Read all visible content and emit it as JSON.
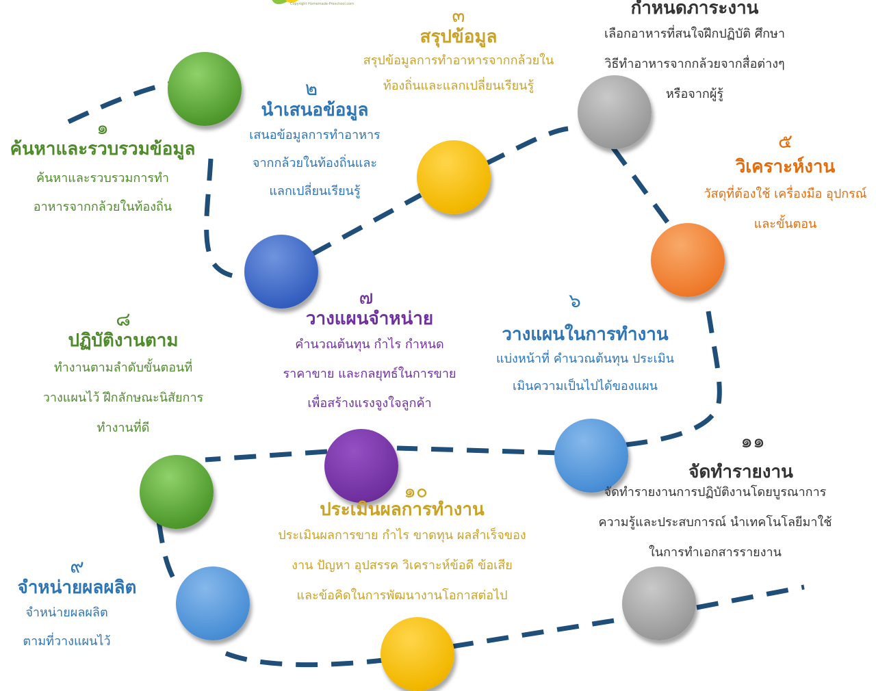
{
  "colors": {
    "path": "#1f4e79",
    "green": "#4f8a2b",
    "blue": "#2e75b6",
    "gold": "#c9a227",
    "orange": "#e46c0a",
    "purple": "#7030a0",
    "gray": "#333333"
  },
  "logo": {
    "copyright": "Copyright Homemade-Preschool.com"
  },
  "steps": [
    {
      "num": "๑",
      "title": "ค้นหาและรวบรวมข้อมูล",
      "desc": "ค้นหาและรวบรวมการทำ\nอาหารจากกล้วยในท้องถิ่น"
    },
    {
      "num": "๒",
      "title": "นำเสนอข้อมูล",
      "desc": "เสนอข้อมูลการทำอาหาร\nจากกล้วยในท้องถิ่นและ\nแลกเปลี่ยนเรียนรู้"
    },
    {
      "num": "๓",
      "title": "สรุปข้อมูล",
      "desc": "สรุปข้อมูลการทำอาหารจากกล้วยใน\nท้องถิ่นและแลกเปลี่ยนเรียนรู้"
    },
    {
      "num": "",
      "title": "กำหนดภาระงาน",
      "desc": "เลือกอาหารที่สนใจฝึกปฏิบัติ ศึกษา\nวิธีทำอาหารจากกล้วยจากสื่อต่างๆ\nหรือจากผู้รู้"
    },
    {
      "num": "๕",
      "title": "วิเคราะห์งาน",
      "desc": "วัสดุที่ต้องใช้ เครื่องมือ อุปกรณ์\nและขั้นตอน"
    },
    {
      "num": "๖",
      "title": "วางแผนในการทำงาน",
      "desc": "แบ่งหน้าที่ คำนวณต้นทุน ประเมิน\nเมินความเป็นไปได้ของแผน"
    },
    {
      "num": "๗",
      "title": "วางแผนจำหน่าย",
      "desc": "คำนวณต้นทุน กำไร กำหนด\nราคาขาย และกลยุทธ์ในการขาย\nเพื่อสร้างแรงจูงใจลูกค้า"
    },
    {
      "num": "๘",
      "title": "ปฏิบัติงานตาม",
      "desc": "ทำงานตามลำดับขั้นตอนที่\nวางแผนไว้ ฝึกลักษณะนิสัยการ\nทำงานที่ดี"
    },
    {
      "num": "๙",
      "title": "จำหน่ายผลผลิต",
      "desc": "จำหน่ายผลผลิต\nตามที่วางแผนไว้"
    },
    {
      "num": "๑๐",
      "title": "ประเมินผลการทำงาน",
      "desc": "ประเมินผลการขาย กำไร ขาดทุน ผลสำเร็จของ\nงาน ปัญหา อุปสรรค วิเคราะห์ข้อดี ข้อเสีย\nและข้อคิดในการพัฒนางานโอกาสต่อไป"
    },
    {
      "num": "๑๑",
      "title": "จัดทำรายงาน",
      "desc": "จัดทำรายงานการปฏิบัติงานโดยบูรณาการ\nความรู้และประสบการณ์ นำเทคโนโลยีมาใช้\nในการทำเอกสารรายงาน"
    }
  ],
  "nodes": [
    {
      "step": "1",
      "color": "green"
    },
    {
      "step": "2",
      "color": "blue-dark"
    },
    {
      "step": "3",
      "color": "gold"
    },
    {
      "step": "4",
      "color": "gray"
    },
    {
      "step": "5",
      "color": "orange"
    },
    {
      "step": "6",
      "color": "blue"
    },
    {
      "step": "7",
      "color": "purple"
    },
    {
      "step": "8",
      "color": "green"
    },
    {
      "step": "9",
      "color": "blue"
    },
    {
      "step": "10",
      "color": "gold"
    },
    {
      "step": "11",
      "color": "gray"
    }
  ]
}
